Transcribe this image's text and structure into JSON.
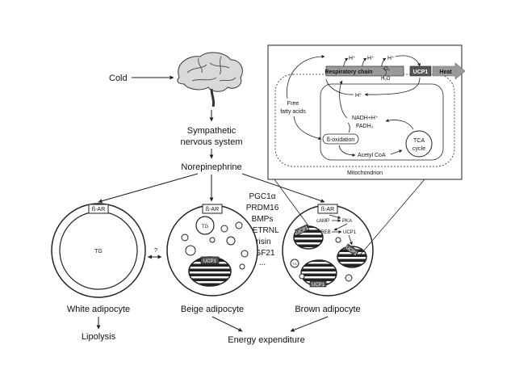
{
  "left_pathway": {
    "cold": "Cold",
    "sympathetic_line1": "Sympathetic",
    "sympathetic_line2": "nervous system",
    "norepinephrine": "Norepinephrine"
  },
  "factors": [
    "PGC1α",
    "PRDM16",
    "BMPs",
    "METRNL",
    "Irisin",
    "FGF21",
    "..."
  ],
  "receptor_label": "ß-AR",
  "question_mark": "?",
  "cells": {
    "white": {
      "label": "White adipocyte",
      "tg": "TG"
    },
    "beige": {
      "label": "Beige adipocyte",
      "tg": "TG",
      "ucp1": "UCP1"
    },
    "brown": {
      "label": "Brown adipocyte",
      "ucp1": "UCP1",
      "tg": "TG"
    }
  },
  "brown_signaling": {
    "camp": "cAMP",
    "pka": "PKA",
    "creb": "CREB",
    "ucp1": "UCP1"
  },
  "outcomes": {
    "lipolysis": "Lipolysis",
    "energy": "Energy expenditure"
  },
  "mito_box": {
    "h_plus": "H⁺",
    "resp_chain": "Respiratory chain",
    "o2": "O₂",
    "h2o": "H₂O",
    "ucp1": "UCP1",
    "heat": "Heat",
    "ffa_line1": "Free",
    "ffa_line2": "fatty acids",
    "nadh": "NADH+H⁺",
    "fadh": "FADH₂",
    "beta_ox": "ß-oxidation",
    "acetyl": "Acetyl CoA",
    "tca_line1": "TCA",
    "tca_line2": "cycle",
    "mitochondrion": "Mitochondrion"
  }
}
